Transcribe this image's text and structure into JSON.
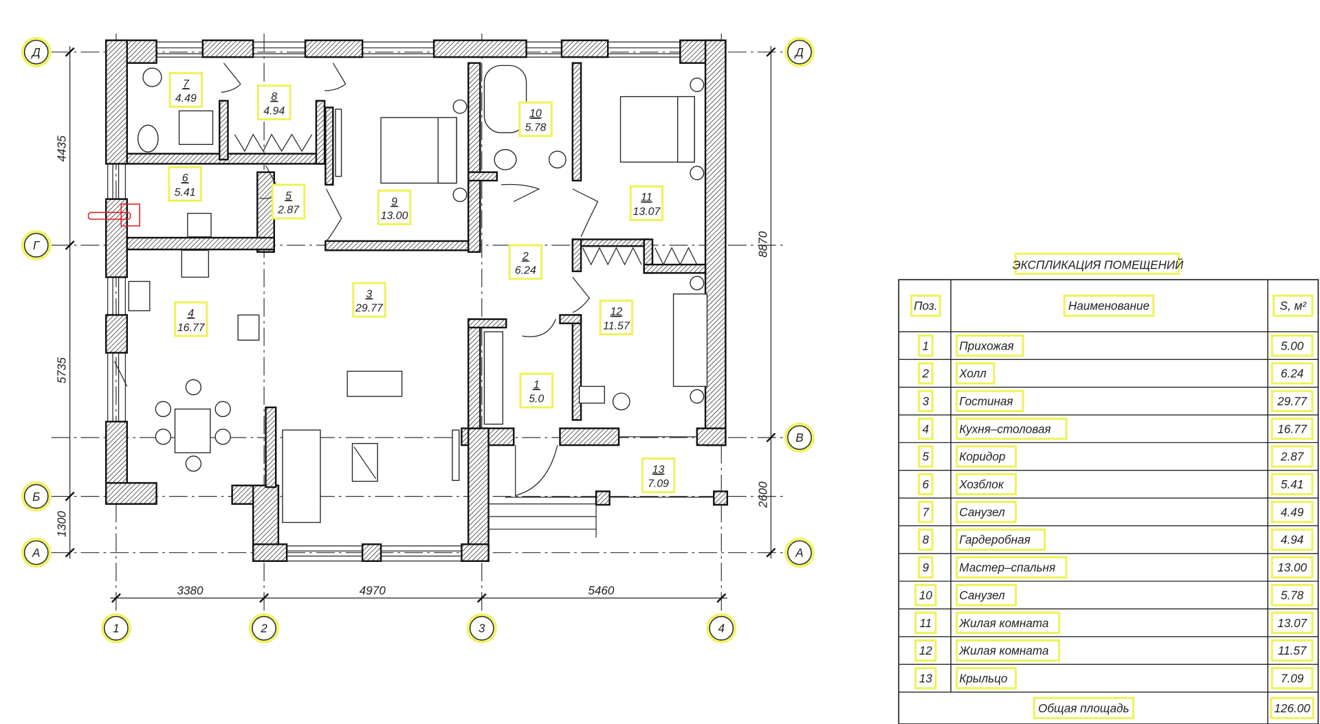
{
  "plan": {
    "axes": {
      "rows": [
        "Д",
        "Г",
        "В",
        "Б",
        "А"
      ],
      "columns": [
        "1",
        "2",
        "3",
        "4"
      ]
    },
    "dimensions": {
      "bottom": [
        "3380",
        "4970",
        "5460"
      ],
      "left": [
        "4435",
        "5735",
        "1300"
      ],
      "right": [
        "8870",
        "2600"
      ]
    },
    "rooms": [
      {
        "num": "1",
        "area": "5.0"
      },
      {
        "num": "2",
        "area": "6.24"
      },
      {
        "num": "3",
        "area": "29.77"
      },
      {
        "num": "4",
        "area": "16.77"
      },
      {
        "num": "5",
        "area": "2.87"
      },
      {
        "num": "6",
        "area": "5.41"
      },
      {
        "num": "7",
        "area": "4.49"
      },
      {
        "num": "8",
        "area": "4.94"
      },
      {
        "num": "9",
        "area": "13.00"
      },
      {
        "num": "10",
        "area": "5.78"
      },
      {
        "num": "11",
        "area": "13.07"
      },
      {
        "num": "12",
        "area": "11.57"
      },
      {
        "num": "13",
        "area": "7.09"
      }
    ]
  },
  "explication": {
    "title": "ЭКСПЛИКАЦИЯ ПОМЕЩЕНИЙ",
    "headers": {
      "pos": "Поз.",
      "name": "Наименование",
      "area": "S, м²"
    },
    "rows": [
      {
        "pos": "1",
        "name": "Прихожая",
        "area": "5.00"
      },
      {
        "pos": "2",
        "name": "Холл",
        "area": "6.24"
      },
      {
        "pos": "3",
        "name": "Гостиная",
        "area": "29.77"
      },
      {
        "pos": "4",
        "name": "Кухня–столовая",
        "area": "16.77"
      },
      {
        "pos": "5",
        "name": "Коридор",
        "area": "2.87"
      },
      {
        "pos": "6",
        "name": "Хозблок",
        "area": "5.41"
      },
      {
        "pos": "7",
        "name": "Санузел",
        "area": "4.49"
      },
      {
        "pos": "8",
        "name": "Гардеробная",
        "area": "4.94"
      },
      {
        "pos": "9",
        "name": "Мастер–спальня",
        "area": "13.00"
      },
      {
        "pos": "10",
        "name": "Санузел",
        "area": "5.78"
      },
      {
        "pos": "11",
        "name": "Жилая комната",
        "area": "13.07"
      },
      {
        "pos": "12",
        "name": "Жилая комната",
        "area": "11.57"
      },
      {
        "pos": "13",
        "name": "Крыльцо",
        "area": "7.09"
      }
    ],
    "total_label": "Общая площадь",
    "total": "126.00"
  }
}
